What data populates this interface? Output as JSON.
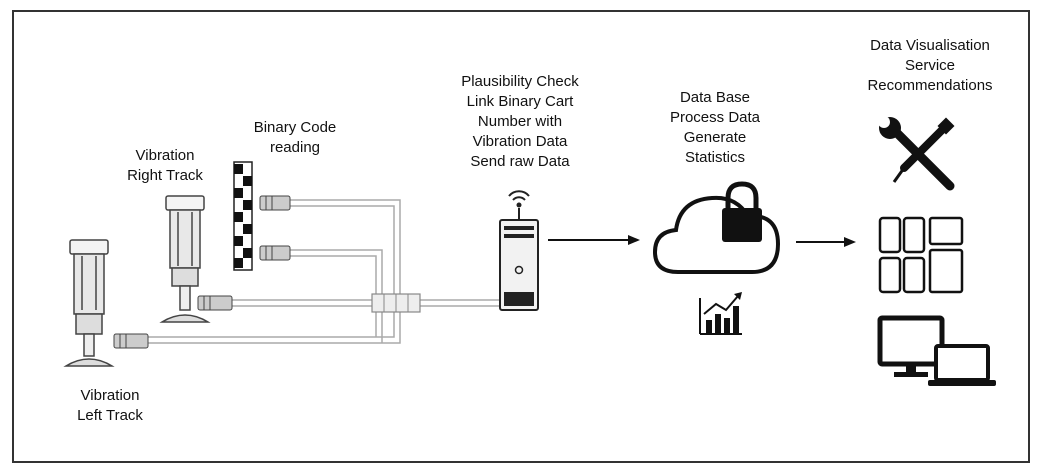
{
  "labels": {
    "vibration_left": "Vibration\nLeft Track",
    "vibration_right": "Vibration\nRight Track",
    "binary_code": "Binary Code\nreading",
    "plausibility": "Plausibility Check\nLink Binary Cart\nNumber with\nVibration Data\nSend raw Data",
    "database": "Data Base\nProcess Data\nGenerate\nStatistics",
    "visualisation": "Data Visualisation\nService\nRecommendations"
  },
  "icons": [
    "rail-icon",
    "sensor-icon",
    "barcode-icon",
    "server-wifi-icon",
    "cloud-lock-icon",
    "bar-chart-icon",
    "wrench-screwdriver-icon",
    "mobile-devices-icon",
    "computer-devices-icon"
  ],
  "colors": {
    "line": "#111111",
    "cable": "#bbbbbb",
    "frame": "#333333"
  }
}
